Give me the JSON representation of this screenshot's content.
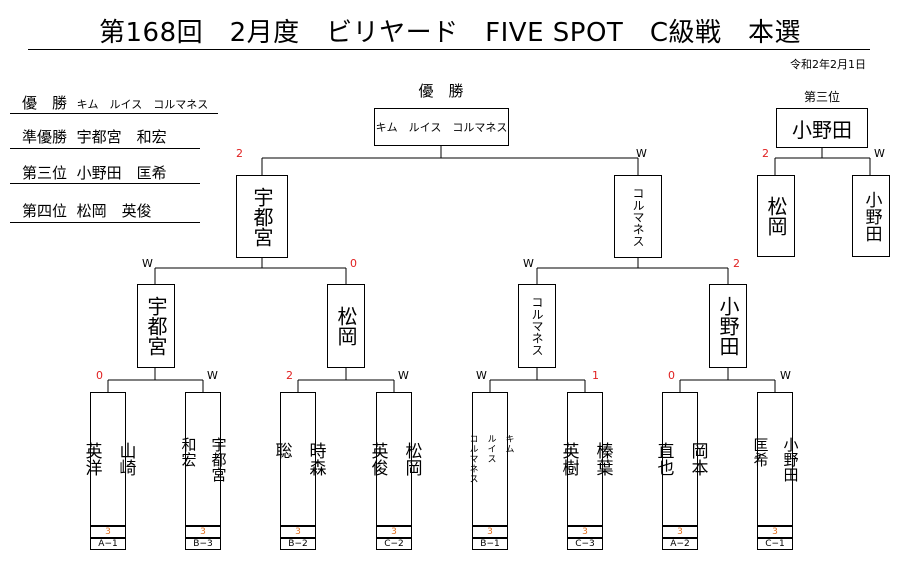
{
  "title": "第168回　2月度　ビリヤード　FIVE SPOT　C級戦　本選",
  "date": "令和2年2月1日",
  "results": {
    "winner_label": "優　勝",
    "winner_name": "キム　ルイス　コルマネス",
    "runner_label": "準優勝",
    "runner_name": "宇都宮　和宏",
    "third_label": "第三位",
    "third_name": "小野田　匡希",
    "fourth_label": "第四位",
    "fourth_name": "松岡　英俊"
  },
  "champion": {
    "heading": "優　勝",
    "name": "キム　ルイス　コルマネス"
  },
  "final": {
    "left": {
      "name": "宇都宮",
      "score": "2"
    },
    "right": {
      "name": "コルマネス",
      "score": "W"
    }
  },
  "semis": [
    {
      "name": "宇都宮",
      "score": "W"
    },
    {
      "name": "松岡",
      "score": "0"
    },
    {
      "name": "コルマネス",
      "score": "W"
    },
    {
      "name": "小野田",
      "score": "2"
    }
  ],
  "players": [
    {
      "name": "山崎\n\n英洋",
      "score": "0",
      "seed": "3",
      "code": "A−1"
    },
    {
      "name": "宇都宮\n\n和宏",
      "score": "W",
      "seed": "3",
      "code": "B−3"
    },
    {
      "name": "時森\n\n聡",
      "score": "2",
      "seed": "3",
      "code": "B−2"
    },
    {
      "name": "松岡\n\n英俊",
      "score": "W",
      "seed": "3",
      "code": "C−2"
    },
    {
      "name": "キム\n\nルイス\n\nコルマネス",
      "score": "W",
      "seed": "3",
      "code": "B−1"
    },
    {
      "name": "榛葉\n\n英樹",
      "score": "1",
      "seed": "3",
      "code": "C−3"
    },
    {
      "name": "岡本\n\n直也",
      "score": "0",
      "seed": "3",
      "code": "A−2"
    },
    {
      "name": "小野田\n\n匡希",
      "score": "W",
      "seed": "3",
      "code": "C−1"
    }
  ],
  "third_place": {
    "heading": "第三位",
    "winner": "小野田",
    "left": {
      "name": "松岡",
      "score": "2"
    },
    "right": {
      "name": "小野田",
      "score": "W"
    }
  },
  "colors": {
    "score_red": "#e02020",
    "seed_orange": "#e07020",
    "line": "#000000"
  }
}
